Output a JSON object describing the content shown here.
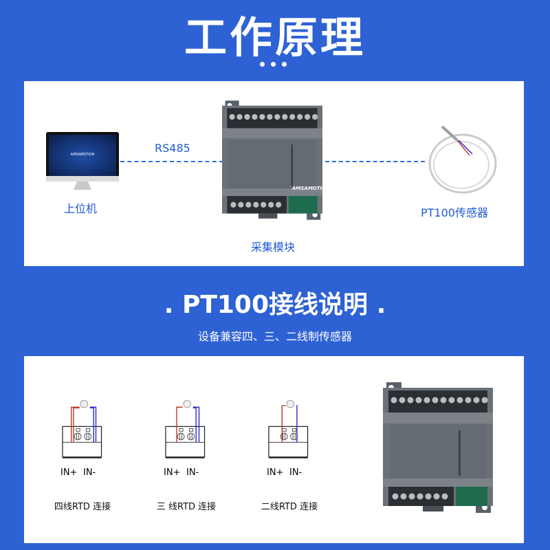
{
  "header": {
    "title": "工作原理"
  },
  "diagram": {
    "computer_label": "上位机",
    "computer_brand": "AMSAMOTION",
    "link_label": "RS485",
    "module_label": "采集模块",
    "module_brand": "AMSAMOTION",
    "sensor_label": "PT100传感器"
  },
  "wiring": {
    "title": ". PT100接线说明 .",
    "subtitle": "设备兼容四、三、二线制传感器",
    "items": [
      {
        "caption": "四线RTD 连接",
        "pos": "IN+",
        "neg": "IN-",
        "wires": 4
      },
      {
        "caption": "三 线RTD 连接",
        "pos": "IN+",
        "neg": "IN-",
        "wires": 3
      },
      {
        "caption": "二线RTD 连接",
        "pos": "IN+",
        "neg": "IN-",
        "wires": 2
      }
    ]
  },
  "colors": {
    "background": "#2e62d4",
    "accent": "#1f5ad6",
    "wire_red": "#c0392b",
    "wire_blue": "#2a2ad0"
  }
}
